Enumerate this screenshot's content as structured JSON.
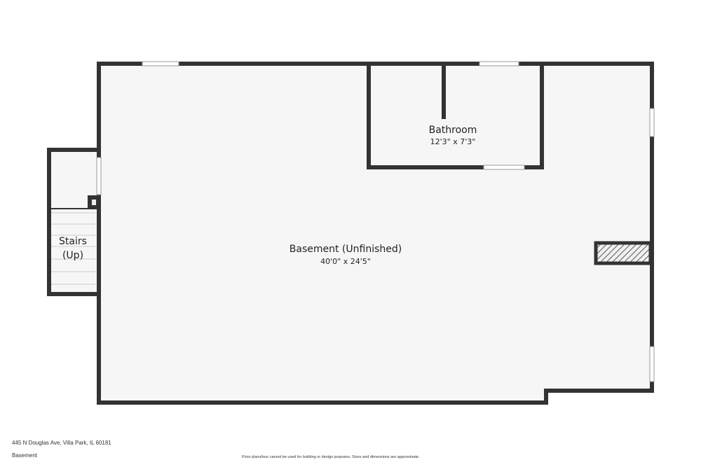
{
  "rooms": {
    "bathroom": {
      "name": "Bathroom",
      "dimensions": "12'3\" x 7'3\""
    },
    "basement": {
      "name": "Basement (Unfinished)",
      "dimensions": "40'0\" x 24'5\""
    },
    "stairs": {
      "name_line1": "Stairs",
      "name_line2": "(Up)"
    }
  },
  "footer": {
    "address": "445 N Douglas Ave, Villa Park, IL 60181",
    "floor": "Basement",
    "disclaimer": "Floor plans/tour cannot be used for building or design purposes. Sizes and dimensions are approximate."
  },
  "colors": {
    "wall": "#333333",
    "floor": "#f6f6f6",
    "stair_line": "#cccccc"
  }
}
